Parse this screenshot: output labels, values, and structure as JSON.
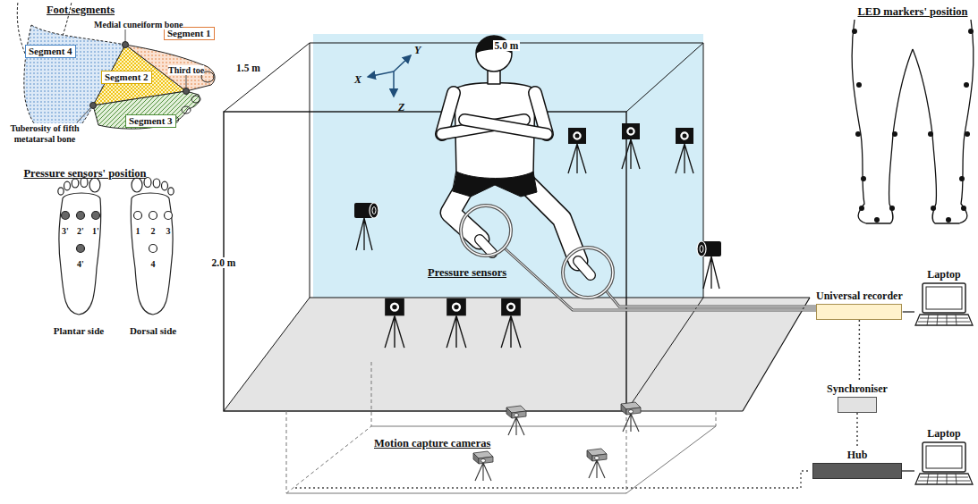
{
  "diagram": {
    "nodes": [
      {
        "text": [
          "Segment 1"
        ]
      },
      {
        "text": [
          "Segment 4"
        ]
      },
      {
        "text": [
          "Segment 2"
        ]
      },
      {
        "text": [
          "Segment 3"
        ]
      },
      {
        "text": [
          "Laptop"
        ]
      },
      {
        "text": [
          "Universal recorder"
        ]
      },
      {
        "text": [
          "Synchroniser"
        ]
      },
      {
        "text": [
          "Laptop"
        ]
      },
      {
        "text": [
          "Hub"
        ]
      }
    ],
    "edges": [
      {
        "from": 5,
        "to": 4,
        "arrow": "none"
      },
      {
        "from": 5,
        "to": 6,
        "arrow": "none"
      },
      {
        "from": 6,
        "to": 8,
        "arrow": "none"
      },
      {
        "from": 8,
        "to": 7,
        "arrow": "none"
      }
    ],
    "labels": [
      "Foot segments",
      "Medial cuneiform bone",
      "Third toe",
      "Tuberosity of fifth metatarsal bone",
      "Pressure sensors' position",
      "3'",
      "2'",
      "1'",
      "4'",
      "1",
      "2",
      "3",
      "4",
      "Plantar side",
      "Dorsal side",
      "5.0 m",
      "1.5 m",
      "2.0 m",
      "X",
      "Y",
      "Z",
      "Pressure sensors",
      "Motion capture cameras",
      "LED markers' position"
    ]
  }
}
